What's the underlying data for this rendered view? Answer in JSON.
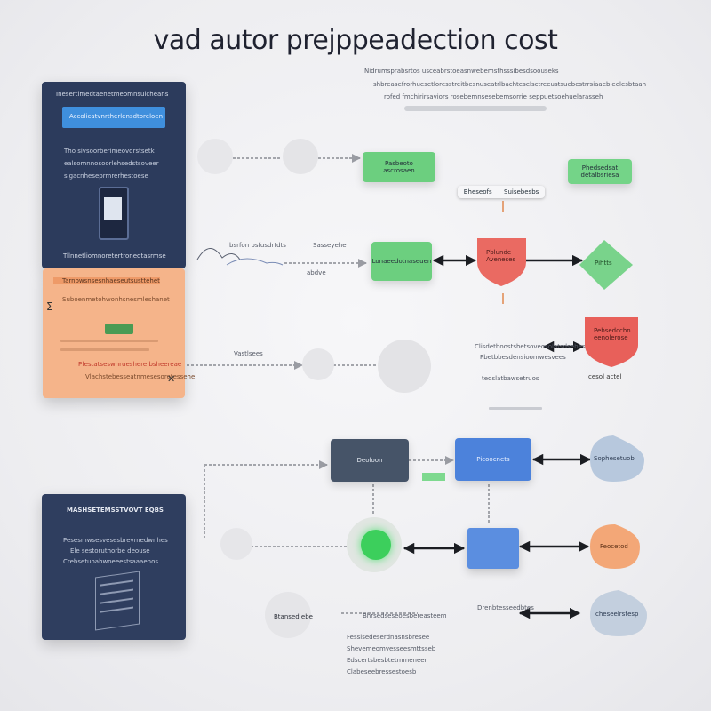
{
  "title": "vad autor prejppeadection  cost",
  "colors": {
    "navy": "#2c3b5c",
    "orange": "#f5b48a",
    "green": "#6ccf7f",
    "red": "#ea6a62",
    "blue": "#4c82db",
    "steel": "#465468",
    "lightblue": "#b7c8dd",
    "peach": "#f3a777"
  },
  "header": {
    "lines": [
      "Nidrumsprabsrtos usceabrstoeasnwebemsthsssibesdsoouseks",
      "shbreasefrorhuesetloresstreitbesnuseatrlbachteselsctreeustsuebestrrsiaaebieelesbtaan",
      "rofed fmchirirsaviors rosebemnsesebemsorrie seppuetsoehuelarasseh"
    ]
  },
  "panel_top": {
    "heading": "Inesertimedtaenetmeomnsulcheans",
    "button": "Accolicatvnrtherlensdtoreloen",
    "lines": [
      "Tho sivsoorberimeovdrstsetk",
      "ealsomnnosoorlehsedstsoveer",
      "sigacnheseprmrerhestoese"
    ],
    "footer": "Tilnnetliomnoretertronedtasrmse"
  },
  "panel_orange": {
    "heading": "Tarnowsnsesnhaeseutsusttehet",
    "sub": "Suboenmetohwonhsnesmleshanet",
    "chip": "",
    "red_text": "Pfestatseswnrueshere bsheereae",
    "line": "Vlachstebesseatnmesesoretessehe"
  },
  "panel_bottom": {
    "heading": "MASHSETEMSSTVOVT EQBS",
    "lines": [
      "Pesesmwsesvesesbrevmedwnhes",
      "Ele sestoruthorbe deouse",
      "Crebsetuoahwoeeestsaaaenos"
    ]
  },
  "nodes": {
    "green_top": "Pasbeoto\nascrosaen",
    "green_right": "Phedsedsat\ndetalbsriesa",
    "tag_a": "Bheseofs",
    "tag_b": "Suisebesbs",
    "green_mid": "Lonaeedotnaseuen",
    "red_mid": "Pblunde\nAveneses",
    "green_diamond": "Pihtts",
    "red_shield": "Pebsedcchn\neenolerose",
    "red_shield_caption": "cesol actel",
    "dark_node": "Deoloon",
    "blue_node": "Picoocnets",
    "blue_circle": "Sophesetuob",
    "orange_circle": "Feocetod",
    "blue_drop": "cheseelrstesp",
    "small_badge": "Btansed ebe"
  },
  "labels": {
    "row2_left": "bsrfon bsfusdrtdts",
    "row2_small": "Sasseyehe",
    "row2_below": "abdve",
    "row3_left": "Vastlsees",
    "row3_right_1": "Clisdetboostshetsoveosolatsdsebes",
    "row3_right_2": "Pbetbbesdensioomwesvees",
    "row3_right_3": "tedslatbawsetruos",
    "row5_list_head": "Bhrsedseseoesbereasteem",
    "row5_list": [
      "Fesslsedeserdnasnsbresee",
      "Shevemeomvesseesmttsseb",
      "Edscertsbesbtetmmeneer",
      "Clabeseebressestoesb"
    ],
    "row6_right": "Drenbtesseedbtes"
  }
}
